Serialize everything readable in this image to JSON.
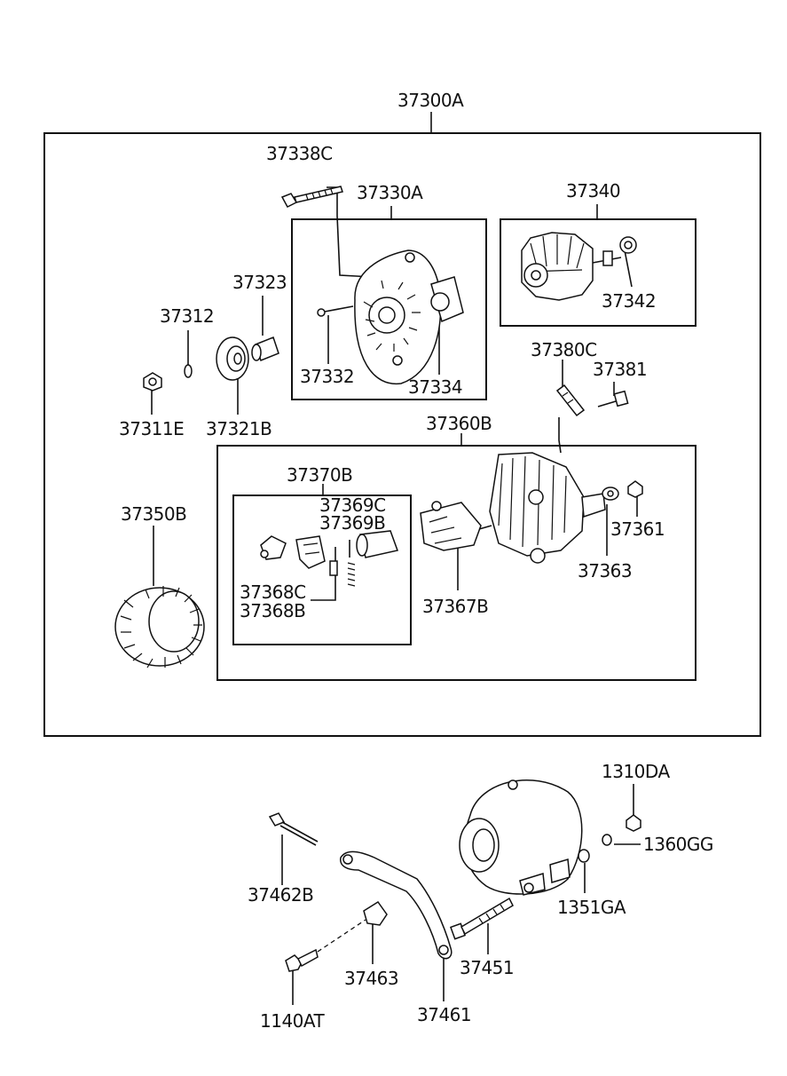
{
  "labels": {
    "assembly": "37300A",
    "bolt_top": "37338C",
    "front_bracket": "37330A",
    "rotor": "37340",
    "bearing_rotor": "37342",
    "spacer": "37323",
    "washer": "37312",
    "nut": "37311E",
    "pulley": "37321B",
    "screw_front": "37332",
    "bearing_front": "37334",
    "plate": "37380C",
    "screw_plate": "37381",
    "rear_bracket": "37360B",
    "brush_holder": "37370B",
    "brush_c": "37369C",
    "brush_b": "37369B",
    "spring_c": "37368C",
    "spring_b": "37368B",
    "stator": "37350B",
    "regulator": "37367B",
    "rear_nut": "37361",
    "rear_bushing": "37363",
    "nut_mount": "1310DA",
    "washer_mount": "1360GG",
    "washer_mount2": "1351GA",
    "bolt_adjust": "37462B",
    "through_bolt": "37451",
    "brace_bolt": "1140AT",
    "bracket_piece": "37463",
    "brace": "37461"
  }
}
